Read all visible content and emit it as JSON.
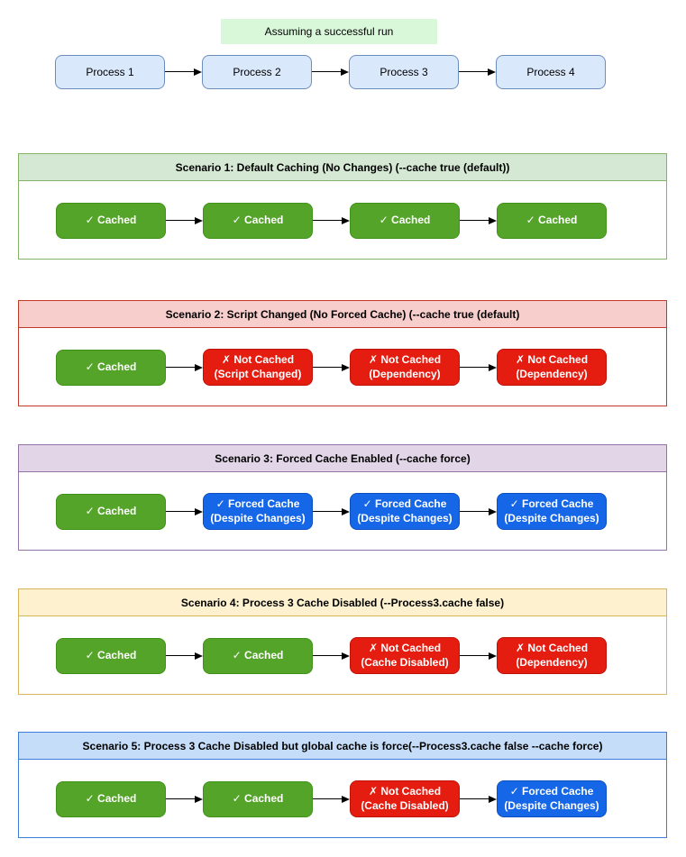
{
  "flow": {
    "assumption_label": "Assuming a successful run",
    "nodes": [
      "Process 1",
      "Process 2",
      "Process 3",
      "Process 4"
    ]
  },
  "colors": {
    "assumption_bg": "#d9f7d9",
    "process": {
      "fill": "#dae8fc",
      "border": "#6c8ebf",
      "text": "#000000"
    },
    "cached": {
      "fill": "#55a42a",
      "border": "#3f9318",
      "text": "#ffffff"
    },
    "not_cached": {
      "fill": "#e51c10",
      "border": "#bf1208",
      "text": "#ffffff"
    },
    "forced": {
      "fill": "#1667e8",
      "border": "#0d4fc0",
      "text": "#ffffff"
    }
  },
  "scenarios": [
    {
      "title": "Scenario 1: Default Caching (No Changes) (--cache true (default))",
      "header_bg": "#d5e8d4",
      "border": "#82b366",
      "nodes": [
        {
          "kind": "cached",
          "icon": "✓",
          "label": "Cached",
          "sub": ""
        },
        {
          "kind": "cached",
          "icon": "✓",
          "label": "Cached",
          "sub": ""
        },
        {
          "kind": "cached",
          "icon": "✓",
          "label": "Cached",
          "sub": ""
        },
        {
          "kind": "cached",
          "icon": "✓",
          "label": "Cached",
          "sub": ""
        }
      ]
    },
    {
      "title": "Scenario 2: Script Changed (No Forced Cache) (--cache true (default)",
      "header_bg": "#f8cecc",
      "border": "#c0392b",
      "nodes": [
        {
          "kind": "cached",
          "icon": "✓",
          "label": "Cached",
          "sub": ""
        },
        {
          "kind": "not_cached",
          "icon": "✗",
          "label": "Not Cached",
          "sub": "(Script Changed)"
        },
        {
          "kind": "not_cached",
          "icon": "✗",
          "label": "Not Cached",
          "sub": "(Dependency)"
        },
        {
          "kind": "not_cached",
          "icon": "✗",
          "label": "Not Cached",
          "sub": "(Dependency)"
        }
      ]
    },
    {
      "title": "Scenario 3: Forced Cache Enabled (--cache force)",
      "header_bg": "#e1d5e7",
      "border": "#9673a6",
      "nodes": [
        {
          "kind": "cached",
          "icon": "✓",
          "label": "Cached",
          "sub": ""
        },
        {
          "kind": "forced",
          "icon": "✓",
          "label": "Forced Cache",
          "sub": "(Despite Changes)"
        },
        {
          "kind": "forced",
          "icon": "✓",
          "label": "Forced Cache",
          "sub": "(Despite Changes)"
        },
        {
          "kind": "forced",
          "icon": "✓",
          "label": "Forced Cache",
          "sub": "(Despite Changes)"
        }
      ]
    },
    {
      "title": "Scenario 4: Process 3 Cache Disabled (--Process3.cache false)",
      "header_bg": "#fdf1cf",
      "border": "#d6b656",
      "nodes": [
        {
          "kind": "cached",
          "icon": "✓",
          "label": "Cached",
          "sub": ""
        },
        {
          "kind": "cached",
          "icon": "✓",
          "label": "Cached",
          "sub": ""
        },
        {
          "kind": "not_cached",
          "icon": "✗",
          "label": "Not Cached",
          "sub": "(Cache Disabled)"
        },
        {
          "kind": "not_cached",
          "icon": "✗",
          "label": "Not Cached",
          "sub": "(Dependency)"
        }
      ]
    },
    {
      "title": "Scenario 5: Process 3 Cache Disabled but global cache is force(--Process3.cache false --cache force)",
      "header_bg": "#c5ddf8",
      "border": "#3b7dd8",
      "nodes": [
        {
          "kind": "cached",
          "icon": "✓",
          "label": "Cached",
          "sub": ""
        },
        {
          "kind": "cached",
          "icon": "✓",
          "label": "Cached",
          "sub": ""
        },
        {
          "kind": "not_cached",
          "icon": "✗",
          "label": "Not Cached",
          "sub": "(Cache Disabled)"
        },
        {
          "kind": "forced",
          "icon": "✓",
          "label": "Forced Cache",
          "sub": "(Despite Changes)"
        }
      ]
    }
  ]
}
